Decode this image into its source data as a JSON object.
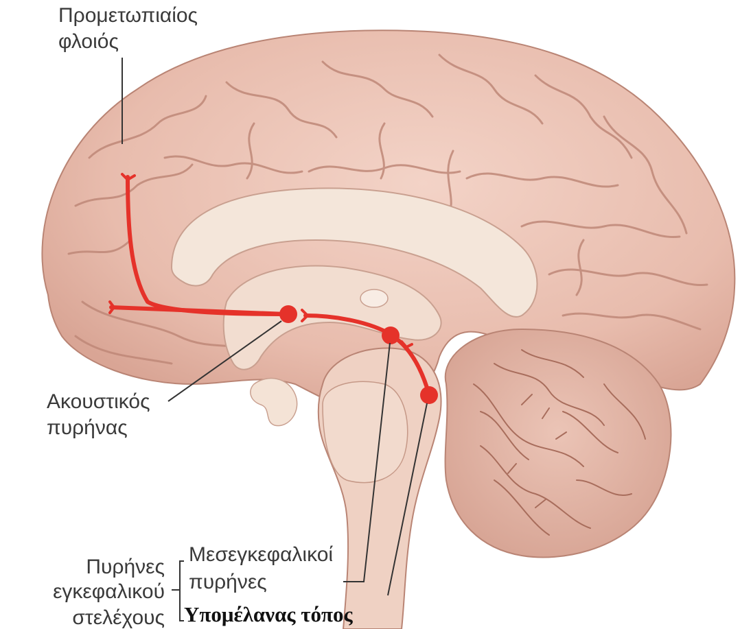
{
  "labels": {
    "prefrontal_line1": "Προμετωπιαίος",
    "prefrontal_line2": "φλοιός",
    "acoustic_line1": "Ακουστικός",
    "acoustic_line2": "πυρήνας",
    "brainstem_line1": "Πυρήνες",
    "brainstem_line2": "εγκεφαλικού",
    "brainstem_line3": "στελέχους",
    "midbrain_line1": "Μεσεγκεφαλικοί",
    "midbrain_line2": "πυρήνες",
    "locus": "Υπομέλανας τόπος"
  },
  "colors": {
    "brain": "#ecc2b4",
    "brain_shadow": "#d29d8d",
    "gyrus_line": "#b98474",
    "inner_light": "#f4e3d6",
    "cerebellum": "#e3b7a8",
    "pathway": "#e5322a",
    "leader": "#333333"
  }
}
